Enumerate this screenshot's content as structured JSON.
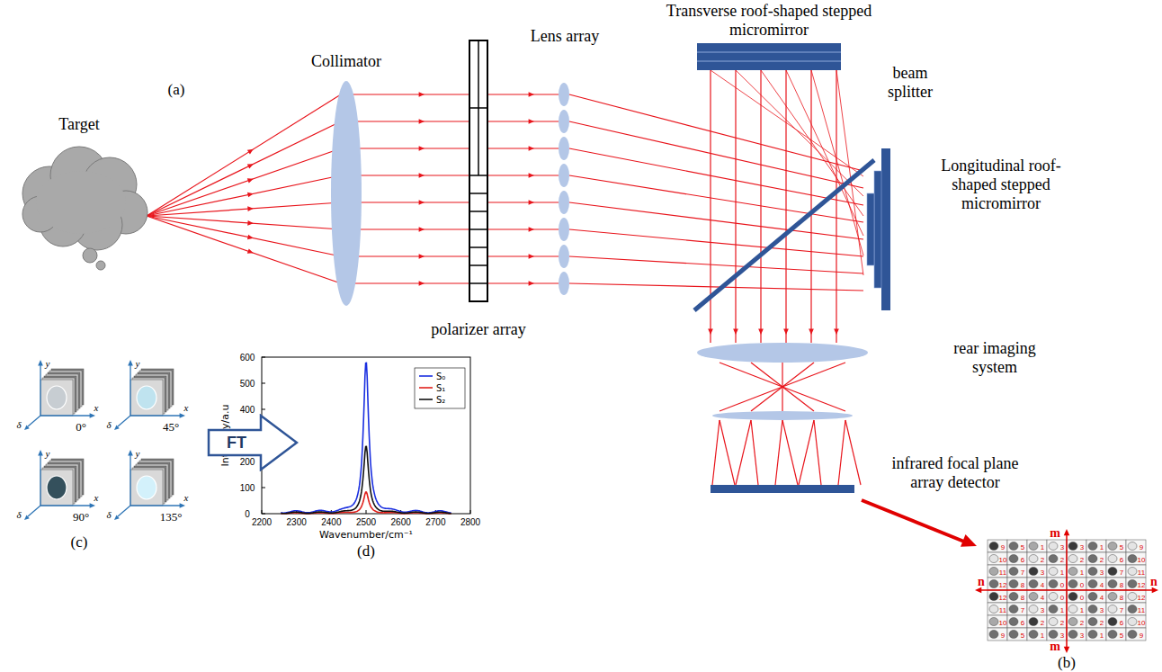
{
  "diagram": {
    "nodes": [
      {
        "text": [
          "FT"
        ]
      }
    ],
    "labels": [
      "Transverse roof-shaped stepped micromirror",
      "(a)",
      "Collimator",
      "Lens array",
      "beam splitter",
      "Target",
      "Longitudinal roof-shaped stepped micromirror",
      "polarizer array",
      "rear imaging system",
      "infrared focal plane array detector",
      "y",
      "x",
      "δ",
      "0°",
      "y",
      "x",
      "δ",
      "45°",
      "y",
      "x",
      "δ",
      "90°",
      "y",
      "x",
      "δ",
      "135°",
      "(c)",
      "Intensity/a.u",
      "Wavenumber/cm⁻¹",
      "0",
      "100",
      "200",
      "300",
      "400",
      "500",
      "600",
      "2200",
      "2300",
      "2400",
      "2500",
      "2600",
      "2700",
      "2800",
      "(d)",
      "m",
      "n",
      "n",
      "m",
      "9",
      "5",
      "1",
      "3",
      "3",
      "1",
      "5",
      "9",
      "10",
      "6",
      "2",
      "2",
      "2",
      "2",
      "6",
      "10",
      "11",
      "7",
      "3",
      "1",
      "1",
      "3",
      "7",
      "11",
      "12",
      "8",
      "4",
      "0",
      "0",
      "4",
      "8",
      "12",
      "12",
      "8",
      "4",
      "0",
      "0",
      "4",
      "8",
      "12",
      "11",
      "7",
      "3",
      "1",
      "1",
      "3",
      "7",
      "11",
      "10",
      "6",
      "2",
      "2",
      "2",
      "2",
      "6",
      "10",
      "9",
      "5",
      "1",
      "3",
      "3",
      "1",
      "5",
      "9",
      "(b)"
    ],
    "legend": [
      {
        "text": "S₀"
      },
      {
        "text": "S₁"
      },
      {
        "text": "S₂"
      }
    ]
  }
}
